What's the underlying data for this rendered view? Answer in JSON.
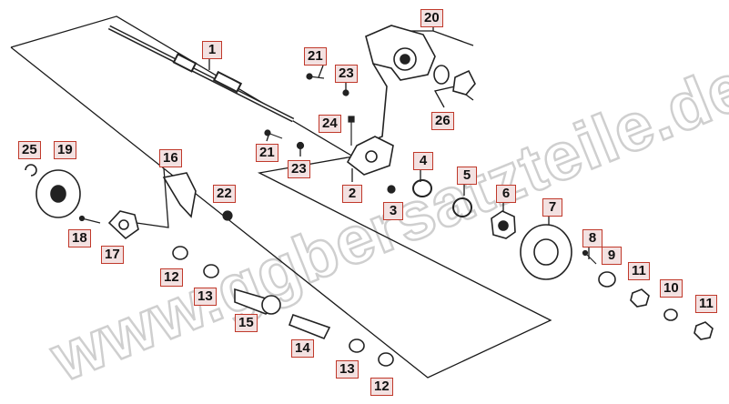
{
  "watermark": "www.ggbersatzteile.de",
  "callouts": {
    "p1": "1",
    "p2": "2",
    "p3": "3",
    "p4": "4",
    "p5": "5",
    "p6": "6",
    "p7": "7",
    "p8": "8",
    "p9": "9",
    "p10": "10",
    "p11a": "11",
    "p11b": "11",
    "p12a": "12",
    "p12b": "12",
    "p13a": "13",
    "p13b": "13",
    "p14": "14",
    "p15": "15",
    "p16": "16",
    "p17": "17",
    "p18": "18",
    "p19": "19",
    "p20": "20",
    "p21a": "21",
    "p21b": "21",
    "p22": "22",
    "p23a": "23",
    "p23b": "23",
    "p24": "24",
    "p25": "25",
    "p26": "26"
  },
  "colors": {
    "line": "#1a1a1a",
    "part": "#2b2b2b",
    "callout_border": "#c0392b",
    "callout_fill": "#f3e1e1",
    "watermark": "#d9d9d9"
  }
}
